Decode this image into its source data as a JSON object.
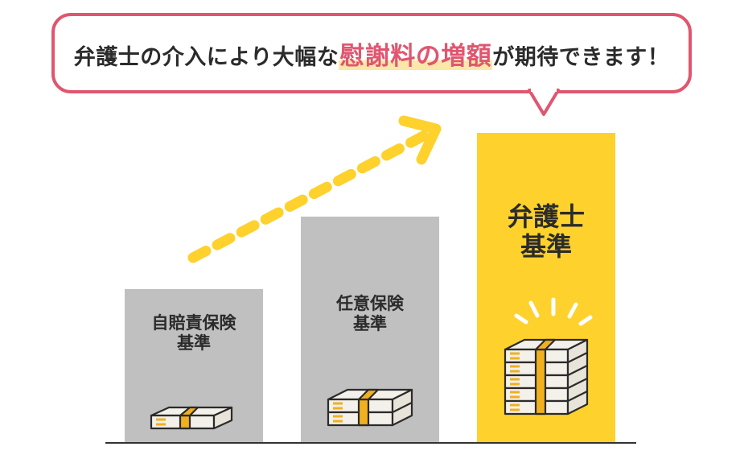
{
  "callout": {
    "text_before": "弁護士の介入により大幅な",
    "highlight": "慰謝料の増額",
    "text_after": "が期待できます！"
  },
  "chart_data": {
    "type": "bar",
    "categories": [
      "自賠責保険基準",
      "任意保険基準",
      "弁護士基準"
    ],
    "values": [
      1,
      1.6,
      2.3
    ],
    "bars": [
      {
        "line1": "自賠責保険",
        "line2": "基準",
        "color": "#c0c0c0"
      },
      {
        "line1": "任意保険",
        "line2": "基準",
        "color": "#c0c0c0"
      },
      {
        "line1": "弁護士",
        "line2": "基準",
        "color": "#fed12d"
      }
    ]
  },
  "colors": {
    "accent": "#e0566f",
    "highlight_bar": "#fed12d",
    "gray_bar": "#c0c0c0",
    "arrow": "#fed12d",
    "band": "#f0b020"
  },
  "icons": [
    "dashed-arrow-icon",
    "money-stack-icon",
    "sparkle-icon"
  ]
}
